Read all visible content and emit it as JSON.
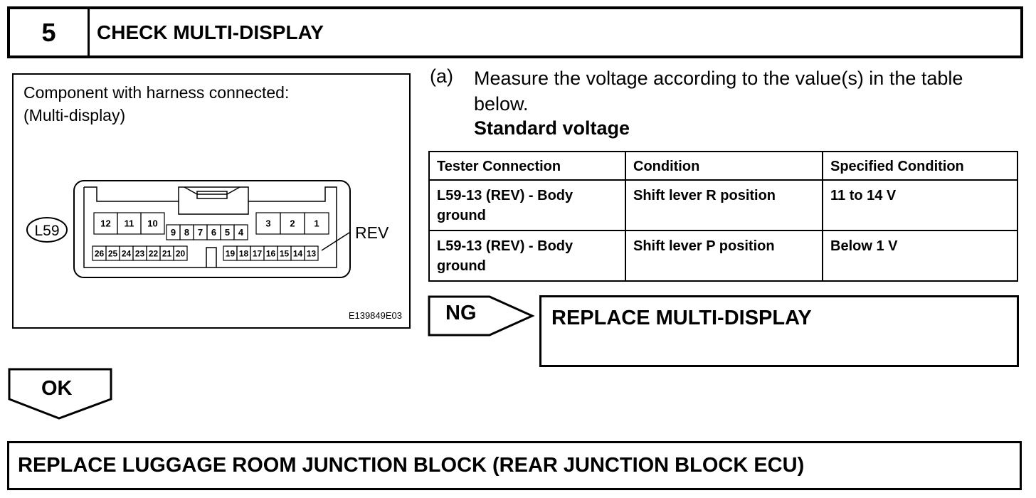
{
  "step": {
    "number": "5",
    "title": "CHECK MULTI-DISPLAY"
  },
  "diagram": {
    "caption_line1": "Component with harness connected:",
    "caption_line2": "(Multi-display)",
    "connector_id": "L59",
    "pin_label": "REV",
    "image_code": "E139849E03",
    "pins_top_left": [
      "12",
      "11",
      "10"
    ],
    "pins_top_mid": [
      "9",
      "8",
      "7",
      "6",
      "5",
      "4"
    ],
    "pins_top_right": [
      "3",
      "2",
      "1"
    ],
    "pins_bottom_left": [
      "26",
      "25",
      "24",
      "23",
      "22",
      "21",
      "20"
    ],
    "pins_bottom_right": [
      "19",
      "18",
      "17",
      "16",
      "15",
      "14",
      "13"
    ]
  },
  "instruction": {
    "letter": "(a)",
    "text": "Measure the voltage according to the value(s) in the table below.",
    "standard_label": "Standard voltage"
  },
  "table": {
    "headers": [
      "Tester Connection",
      "Condition",
      "Specified Condition"
    ],
    "rows": [
      {
        "connection": "L59-13 (REV) - Body ground",
        "condition": "Shift lever R position",
        "spec": "11 to 14 V"
      },
      {
        "connection": "L59-13 (REV) - Body ground",
        "condition": "Shift lever P position",
        "spec": "Below 1 V"
      }
    ]
  },
  "ng": {
    "label": "NG",
    "action": "REPLACE MULTI-DISPLAY"
  },
  "ok": {
    "label": "OK",
    "action": "REPLACE LUGGAGE ROOM JUNCTION BLOCK (REAR JUNCTION BLOCK ECU)"
  }
}
